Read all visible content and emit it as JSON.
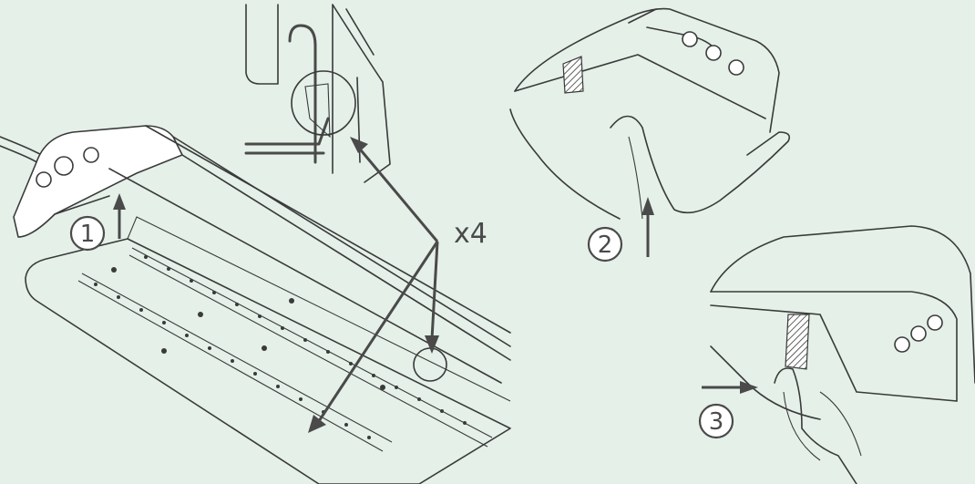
{
  "steps": [
    {
      "number": "1",
      "action": "lift-up"
    },
    {
      "number": "2",
      "action": "lift-up"
    },
    {
      "number": "3",
      "action": "push-right"
    }
  ],
  "multiplier": "x4",
  "colors": {
    "background": "#e4f0e8",
    "stroke": "#3a3a3a",
    "arrow": "#4a4a4a"
  }
}
